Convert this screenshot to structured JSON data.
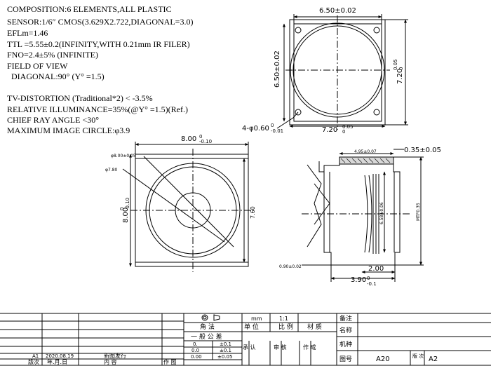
{
  "specs": [
    "COMPOSITION:6 ELEMENTS,ALL PLASTIC",
    "SENSOR:1/6″ CMOS(3.629X2.722,DIAGONAL=3.0)",
    "EFLm=1.46",
    "TTL =5.55±0.2(INFINITY,WITH 0.21mm IR FILER)",
    "FNO=2.4±5% (INFINITE)",
    "FIELD OF VIEW",
    "  DIAGONAL:90° (Y° =1.5)",
    "",
    "TV-DISTORTION (Traditional*2) < -3.5%",
    "RELATIVE ILLUMINANCE=35%(@Y° =1.5)(Ref.)",
    "CHIEF RAY ANGLE <30°",
    "MAXIMUM IMAGE CIRCLE:φ3.9"
  ],
  "top_view": {
    "dim_top": "6.50±0.02",
    "dim_left": "6.50±0.02",
    "dim_right": "7.20",
    "dim_right_tol": "0.05",
    "dim_right_tol2": "0",
    "dim_bottom": "7.20",
    "dim_bottom_tol": "0.05",
    "dim_bottom_tol2": "0",
    "holes": "4-φ0.60",
    "holes_tol": "0",
    "holes_tol2": "-0.01"
  },
  "front_view": {
    "dim_top": "8.00",
    "dim_top_tol": "0",
    "dim_top_tol2": "-0.10",
    "dim_left": "8.00",
    "dim_left_tol": "0",
    "dim_left_tol2": "-0.10",
    "dim_right": "7.60",
    "lead_outer": "φ8.00±0.05",
    "lead_inner": "φ7.80"
  },
  "side_view": {
    "dim_top": "4.95±0.07",
    "dim_right_top": "0.35±0.05",
    "dim_inner": "6.58±0.06",
    "dim_total": "MTF0.35",
    "dim_bottom_left": "0.90±0.02",
    "dim_2": "2.00",
    "dim_3": "3.90",
    "dim_3_tol": "0",
    "dim_3_tol2": "-0.1"
  },
  "title_block": {
    "unit": "mm",
    "scale": "1:1",
    "angle_label": "角    法",
    "unit_label": "单  位",
    "scale_label": "比  例",
    "material_label": "材  质",
    "tolerance_label": "一  般  公  差",
    "tol_rows": [
      {
        "value": "0.",
        "tol": "±0.1"
      },
      {
        "value": "0.0",
        "tol": "±0.1"
      },
      {
        "value": "0.00",
        "tol": "±0.05"
      }
    ],
    "approve_label": "承\n认",
    "review_label": "审\n核",
    "author_label": "作\n成",
    "remarks_label": "备注",
    "name_label": "名称",
    "model_label": "机种",
    "drawing_no_label": "图号",
    "drawing_no": "A20",
    "revision_label": "版\n次",
    "revision": "A2",
    "history": {
      "version": "A1",
      "date": "2020.08.19",
      "content": "新图发行",
      "version_label": "版次",
      "date_label": "年.月.日",
      "content_label": "内        容",
      "author_label": "作  图"
    }
  }
}
